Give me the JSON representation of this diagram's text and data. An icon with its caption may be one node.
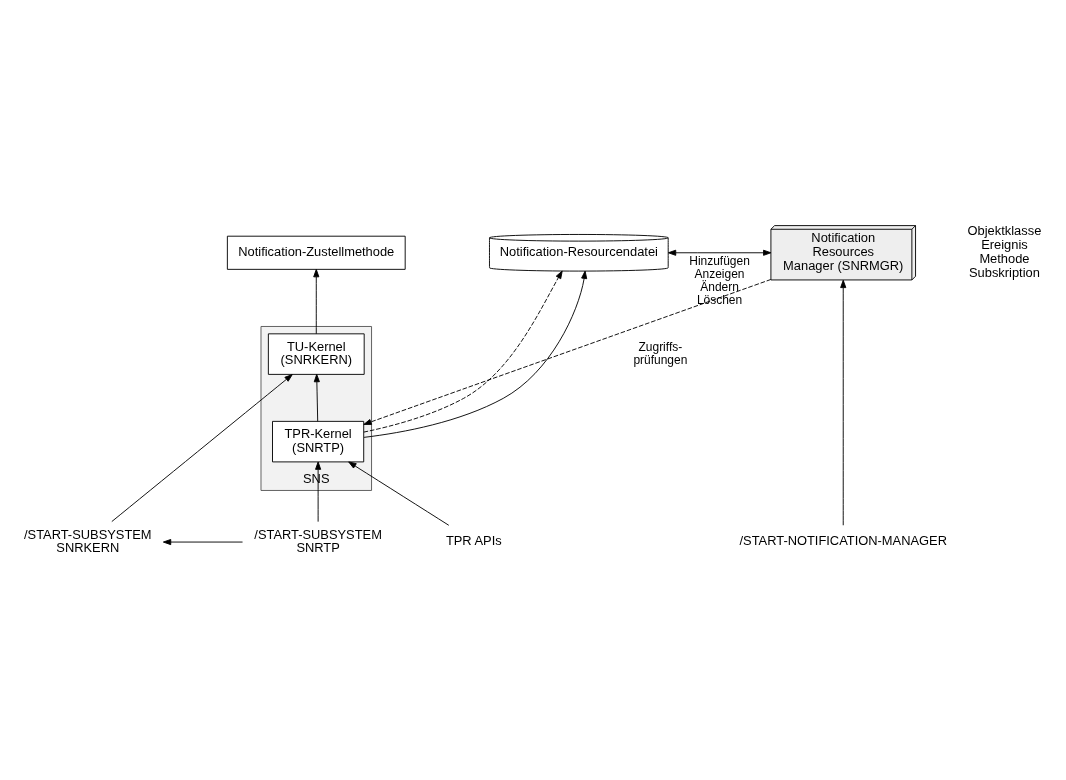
{
  "diagram": {
    "nodes": [
      {
        "text": [
          "Notification Resources Manager (SNRMGR)"
        ]
      },
      {
        "text": [
          "Notification-Resourcendatei"
        ]
      },
      {
        "text": [
          "Notification-Zustellmethode"
        ]
      },
      {
        "text": [
          "SNS"
        ]
      },
      {
        "text": [
          "TPR-Kernel (SNRTP)"
        ],
        "in": 3
      },
      {
        "text": [
          "TU-Kernel (SNRKERN)"
        ],
        "in": 3
      },
      {
        "text": [
          "/START-NOTIFICATION-MANAGER"
        ]
      },
      {
        "text": [
          "TPR APIs"
        ]
      },
      {
        "text": [
          "/START-SUBSYSTEM SNRTP"
        ]
      },
      {
        "text": [
          "/START-SUBSYSTEM SNRKERN"
        ]
      }
    ],
    "edges": [
      {
        "from": 0,
        "to": 1,
        "arrow": "both",
        "label": "Hinzufügen Anzeigen Ändern Löschen"
      },
      {
        "from": 4,
        "to": 1,
        "arrow": "to",
        "style": "dashed"
      },
      {
        "from": 4,
        "to": 1,
        "arrow": "to"
      },
      {
        "from": 5,
        "to": 2,
        "arrow": "to"
      },
      {
        "from": 0,
        "to": 4,
        "arrow": "to",
        "style": "dashed",
        "label": "Zugriffs- prüfungen"
      },
      {
        "from": 4,
        "to": 5,
        "arrow": "to"
      },
      {
        "from": 6,
        "to": 0,
        "arrow": "to"
      },
      {
        "from": 7,
        "to": 4,
        "arrow": "to"
      },
      {
        "from": 8,
        "to": 4,
        "arrow": "to"
      },
      {
        "from": 8,
        "to": 9,
        "arrow": "to"
      },
      {
        "from": 9,
        "to": 5,
        "arrow": "to"
      }
    ],
    "labels": [
      "Objektklasse Ereignis Methode Subskription"
    ]
  }
}
